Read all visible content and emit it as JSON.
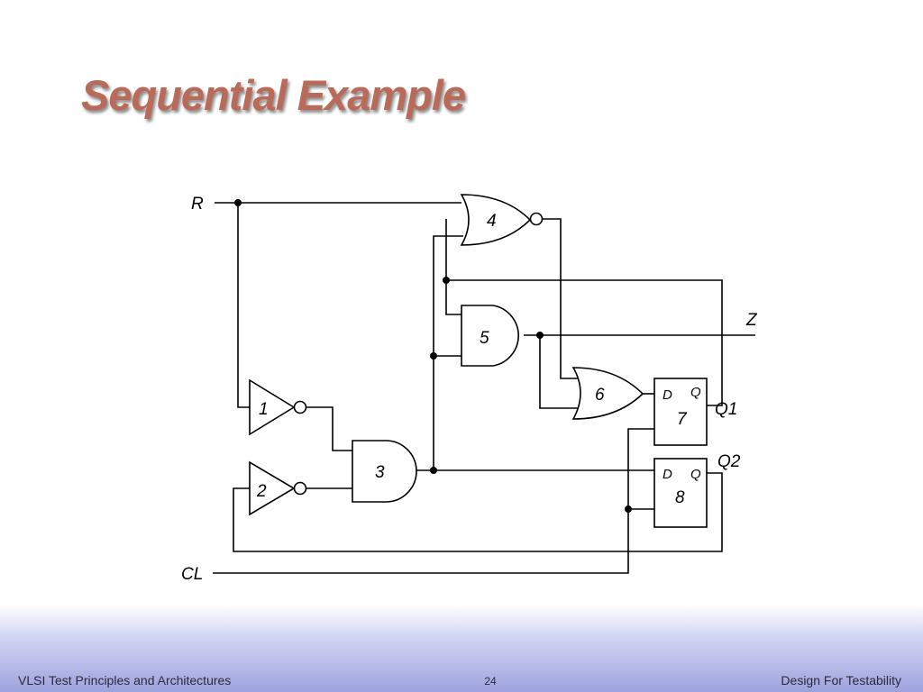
{
  "slide": {
    "title": "Sequential Example"
  },
  "footer": {
    "left": "VLSI Test Principles and Architectures",
    "page": "24",
    "right": "Design For Testability"
  },
  "diagram": {
    "signals": {
      "reset": "R",
      "clock": "CL",
      "output": "Z",
      "q1": "Q1",
      "q2": "Q2"
    },
    "gates": {
      "g1": "1",
      "g2": "2",
      "g3": "3",
      "g4": "4",
      "g5": "5",
      "g6": "6",
      "g7": "7",
      "g8": "8"
    },
    "pins": {
      "d": "D",
      "q": "Q"
    }
  }
}
